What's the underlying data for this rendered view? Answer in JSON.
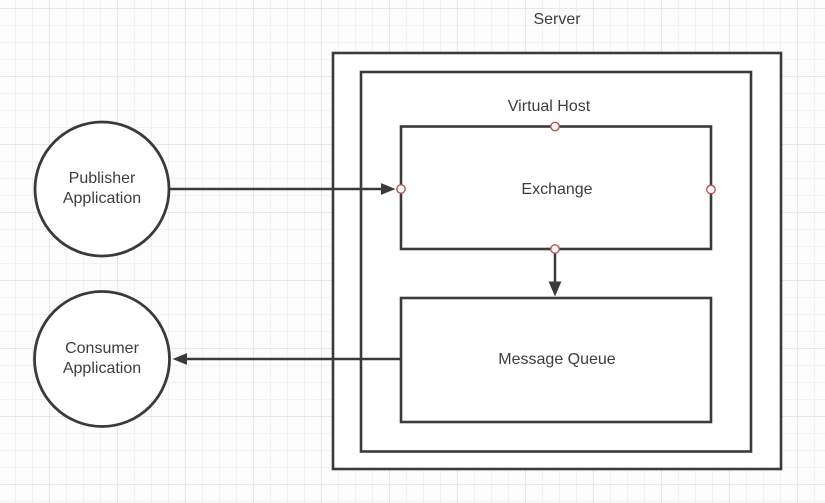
{
  "canvas": {
    "background_color": "#fcfcfc",
    "grid_minor_color": "#f1f1f4",
    "grid_major_color": "#e7e7eb"
  },
  "styles": {
    "shape_stroke_color": "#3a3a3a",
    "shape_fill_color": "#ffffff",
    "text_color": "#3d3d3d",
    "connection_point_stroke": "#c0504d",
    "connection_point_fill": "#ffffff"
  },
  "nodes": {
    "server": {
      "label": "Server",
      "shape": "rectangle"
    },
    "virtual_host": {
      "label": "Virtual Host",
      "shape": "rectangle"
    },
    "exchange": {
      "label": "Exchange",
      "shape": "rectangle"
    },
    "message_queue": {
      "label": "Message Queue",
      "shape": "rectangle"
    },
    "publisher_application": {
      "label_line1": "Publisher",
      "label_line2": "Application",
      "shape": "circle"
    },
    "consumer_application": {
      "label_line1": "Consumer",
      "label_line2": "Application",
      "shape": "circle"
    }
  },
  "edges": [
    {
      "from": "publisher_application",
      "to": "exchange",
      "style": "arrow"
    },
    {
      "from": "exchange",
      "to": "message_queue",
      "style": "arrow"
    },
    {
      "from": "message_queue",
      "to": "consumer_application",
      "style": "arrow"
    }
  ]
}
